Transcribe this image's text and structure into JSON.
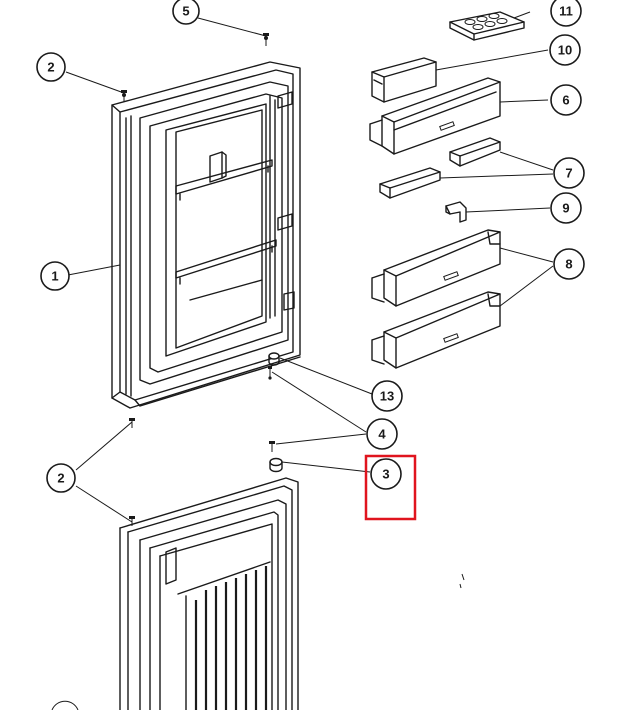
{
  "diagram": {
    "callouts": [
      {
        "id": "c5",
        "label": "5"
      },
      {
        "id": "c11",
        "label": "11"
      },
      {
        "id": "c2a",
        "label": "2"
      },
      {
        "id": "c10",
        "label": "10"
      },
      {
        "id": "c6",
        "label": "6"
      },
      {
        "id": "c7",
        "label": "7"
      },
      {
        "id": "c9",
        "label": "9"
      },
      {
        "id": "c1",
        "label": "1"
      },
      {
        "id": "c8",
        "label": "8"
      },
      {
        "id": "c13",
        "label": "13"
      },
      {
        "id": "c4",
        "label": "4"
      },
      {
        "id": "c2b",
        "label": "2"
      },
      {
        "id": "c3",
        "label": "3"
      }
    ],
    "highlight": {
      "target": "3",
      "color": "#e0141e"
    }
  }
}
